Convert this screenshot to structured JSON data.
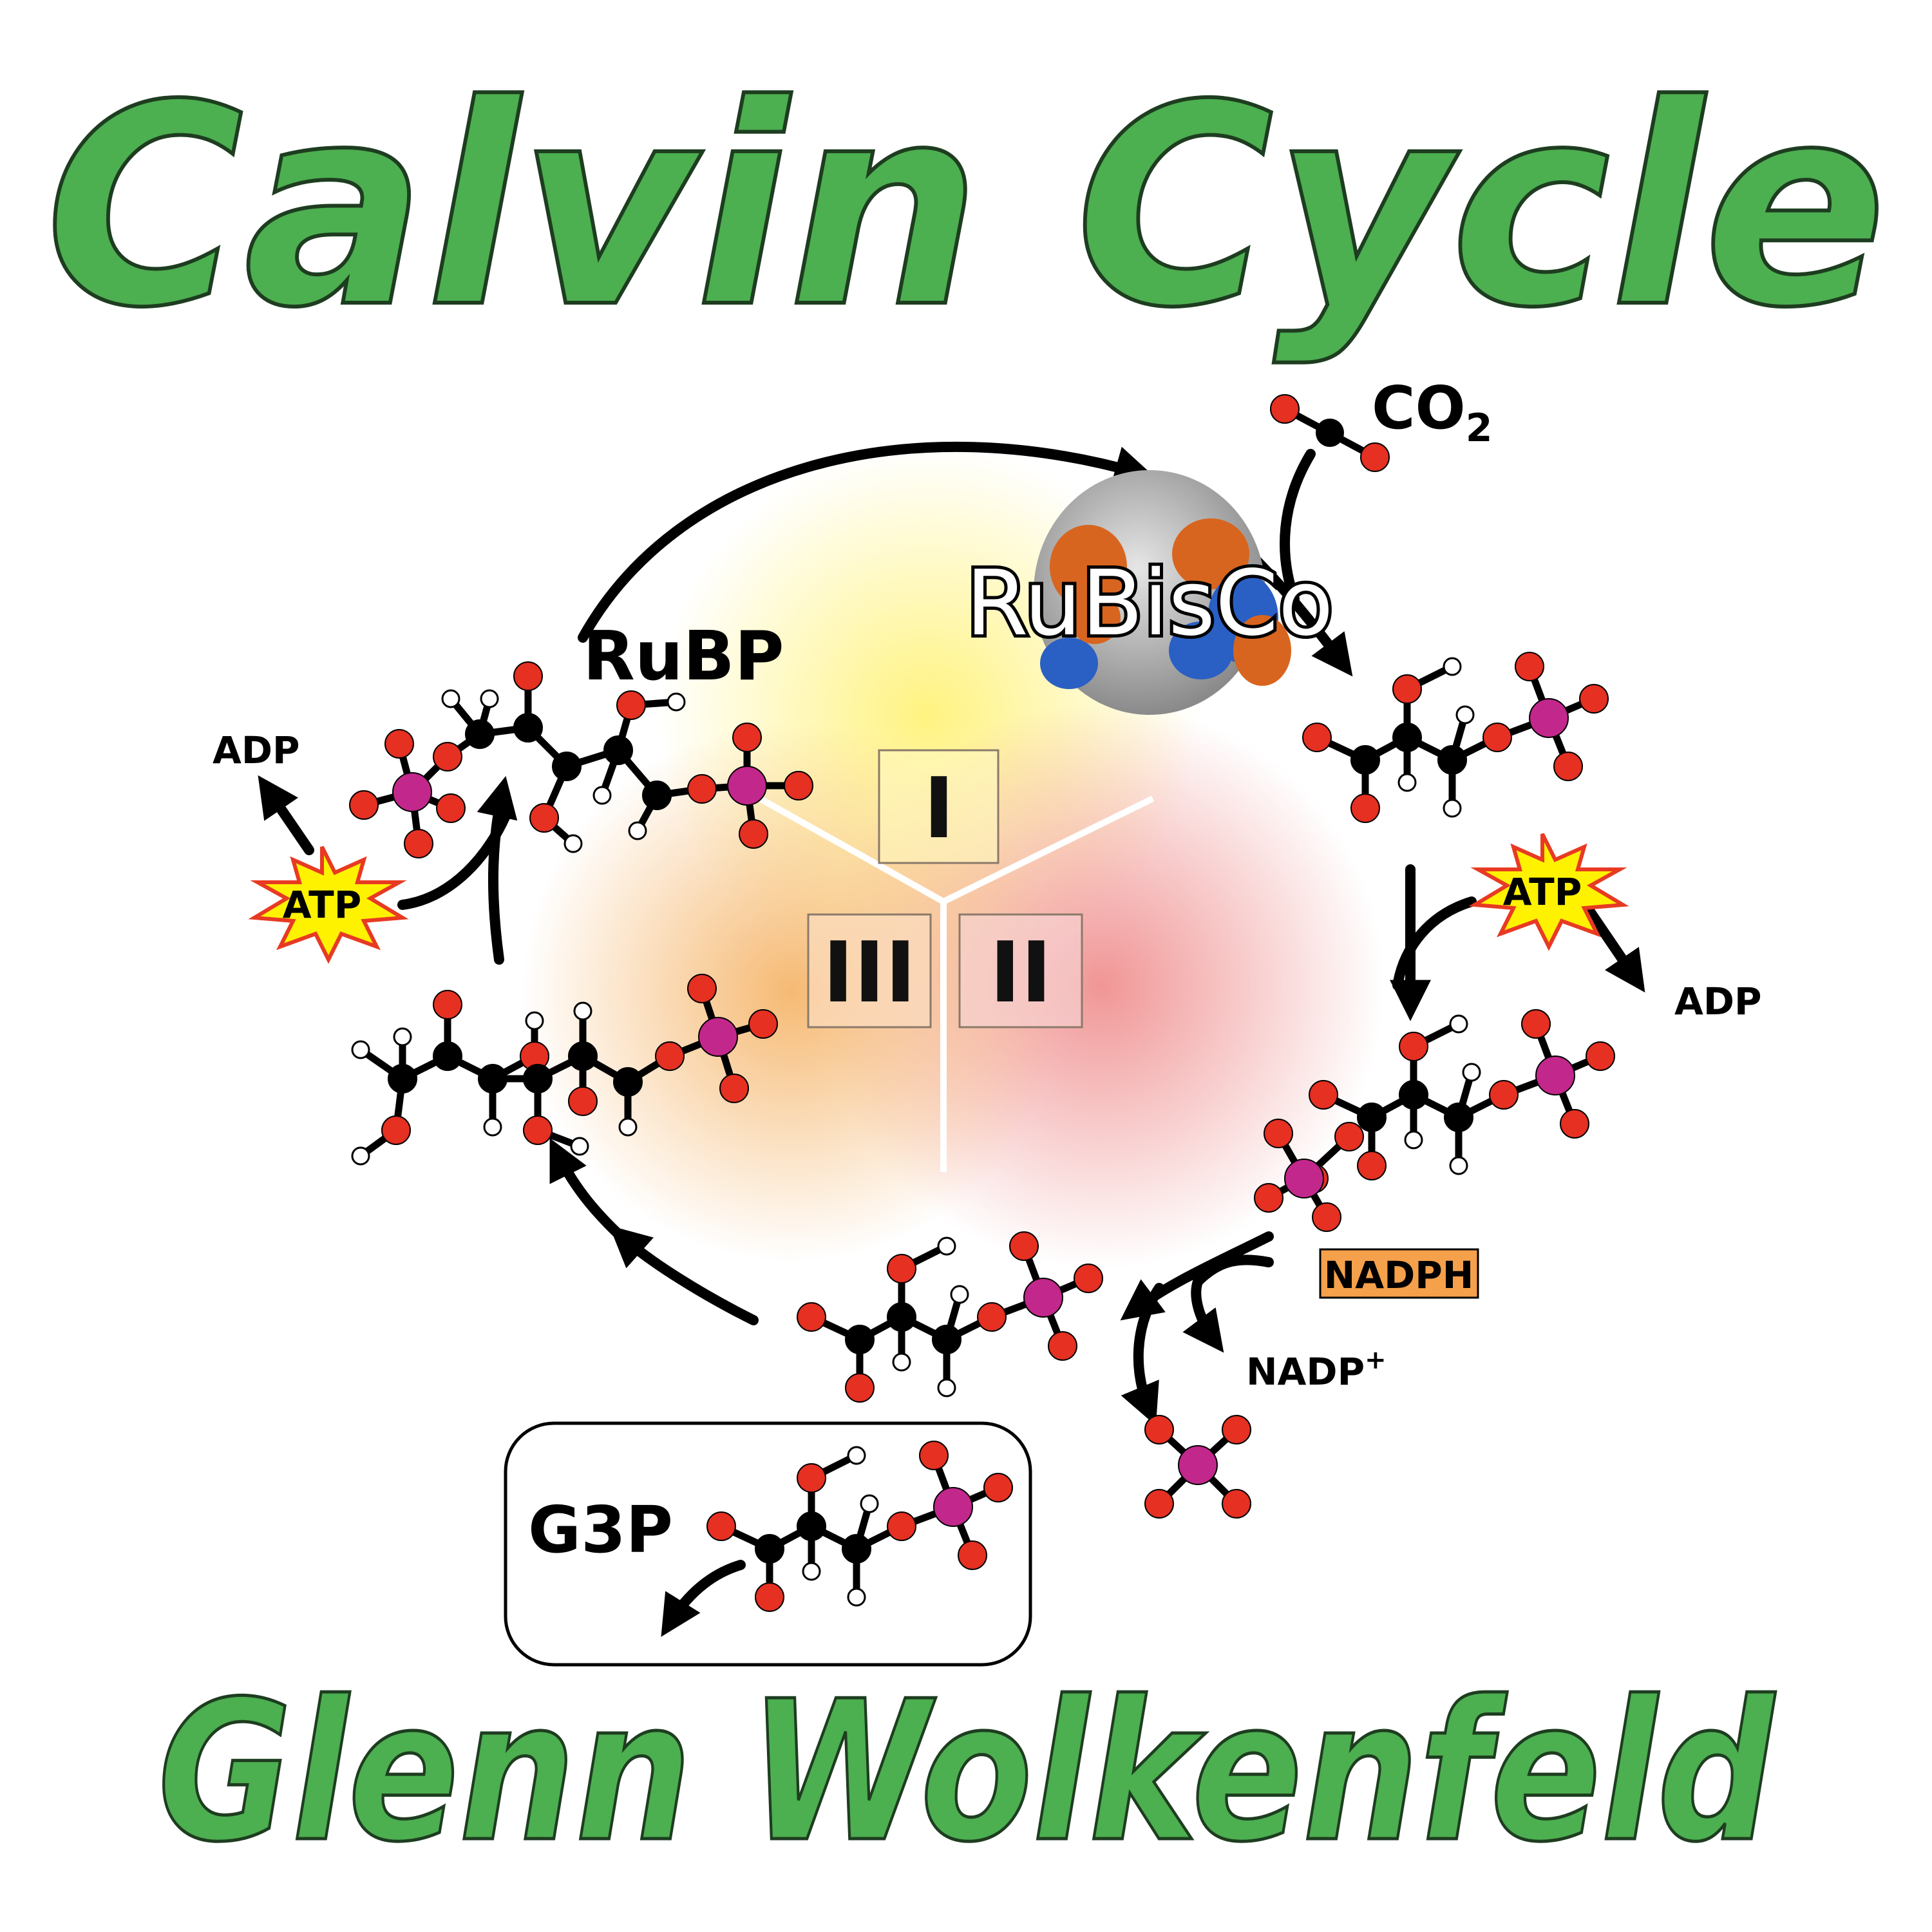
{
  "title": "Calvin Cycle",
  "artist": "Glenn Wolkenfeld",
  "stages": {
    "stage1": "I",
    "stage2": "II",
    "stage3": "III"
  },
  "enzyme": "RuBisCo",
  "labels": {
    "co2_main": "CO",
    "co2_sub": "2",
    "rubp": "RuBP",
    "g3p": "G3P",
    "atp_top": "ATP",
    "adp_top": "ADP",
    "atp_left": "ATP",
    "adp_left": "ADP",
    "nadph": "NADPH",
    "nadp_main": "NADP",
    "nadp_sup": "+"
  },
  "colors": {
    "title_green": "#4caf50",
    "carbon": "#000000",
    "oxygen": "#e53022",
    "hydrogen": "#ffffff",
    "phosphorus": "#c2278c",
    "atp_fill": "#fff200",
    "atp_border": "#e83a23",
    "nadph_box": "#f5a04a",
    "stage1_glow": "#fff27a",
    "stage2_glow": "#ef8a8a",
    "stage3_glow": "#f5b264"
  },
  "icons": [
    "rubisco-protein-icon",
    "atp-burst-icon",
    "molecule-ball-and-stick-icon",
    "arrow-icon"
  ]
}
